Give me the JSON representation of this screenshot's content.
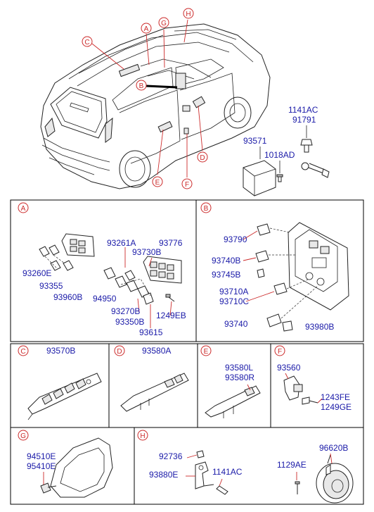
{
  "overview": {
    "callouts": [
      "A",
      "B",
      "C",
      "D",
      "E",
      "F",
      "G",
      "H"
    ],
    "parts": [
      "1141AC",
      "91791",
      "93571",
      "1018AD"
    ]
  },
  "sections": {
    "A": {
      "letter": "A",
      "parts": [
        "93260E",
        "93355",
        "93960B",
        "93261A",
        "93776",
        "93730B",
        "94950",
        "93270B",
        "93350B",
        "1249EB",
        "93615"
      ]
    },
    "B": {
      "letter": "B",
      "parts": [
        "93790",
        "93740B",
        "93745B",
        "93710A",
        "93710C",
        "93740",
        "93980B"
      ]
    },
    "C": {
      "letter": "C",
      "parts": [
        "93570B"
      ]
    },
    "D": {
      "letter": "D",
      "parts": [
        "93580A"
      ]
    },
    "E": {
      "letter": "E",
      "parts": [
        "93580L",
        "93580R"
      ]
    },
    "F": {
      "letter": "F",
      "parts": [
        "93560",
        "1243FE",
        "1249GE"
      ]
    },
    "G": {
      "letter": "G",
      "parts": [
        "94510E",
        "95410E"
      ]
    },
    "H": {
      "letter": "H",
      "parts": [
        "92736",
        "93880E",
        "1141AC",
        "96620B",
        "1129AE"
      ]
    }
  }
}
